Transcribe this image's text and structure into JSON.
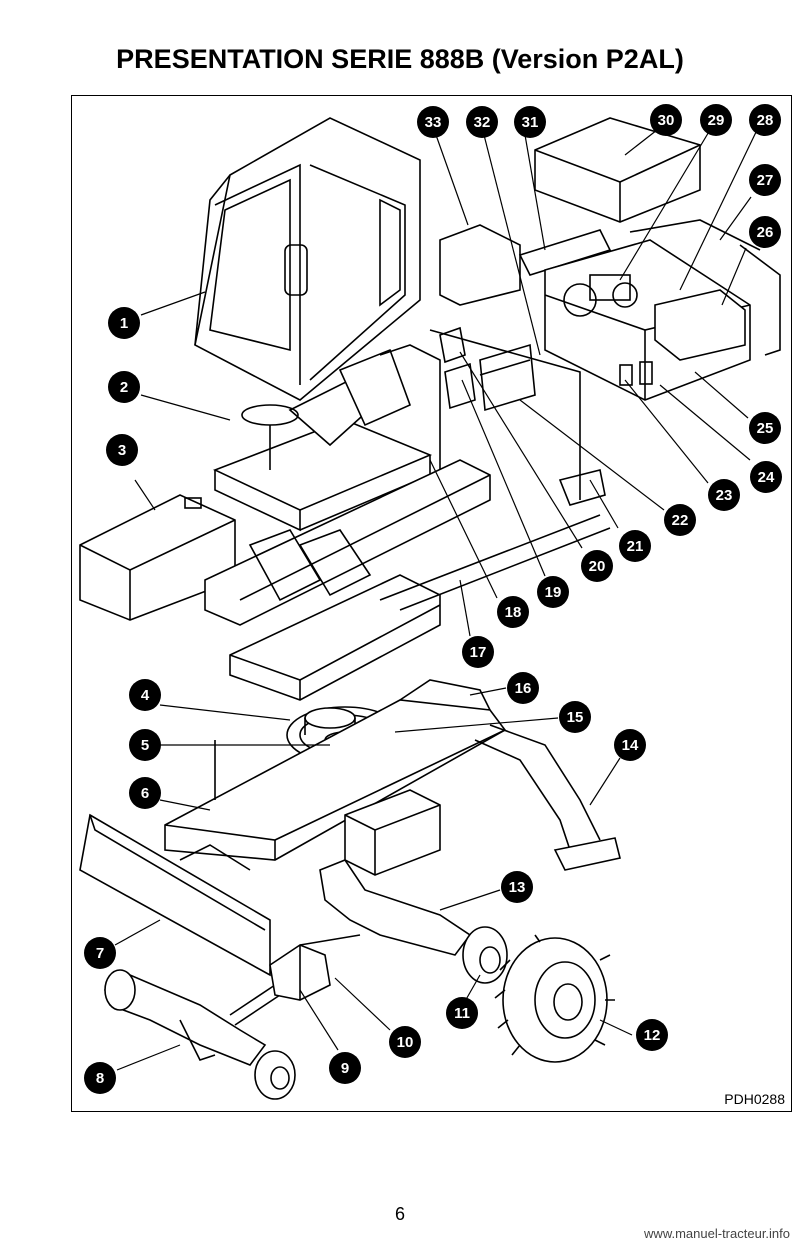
{
  "page": {
    "title": "PRESENTATION SERIE 888B (Version P2AL)",
    "figure_ref": "PDH0288",
    "page_number": "6",
    "website": "www.manuel-tracteur.info"
  },
  "callouts": [
    "1",
    "2",
    "3",
    "4",
    "5",
    "6",
    "7",
    "8",
    "9",
    "10",
    "11",
    "12",
    "13",
    "14",
    "15",
    "16",
    "17",
    "18",
    "19",
    "20",
    "21",
    "22",
    "23",
    "24",
    "25",
    "26",
    "27",
    "28",
    "29",
    "30",
    "31",
    "32",
    "33"
  ],
  "colors": {
    "ink": "#000000",
    "paper": "#ffffff"
  }
}
